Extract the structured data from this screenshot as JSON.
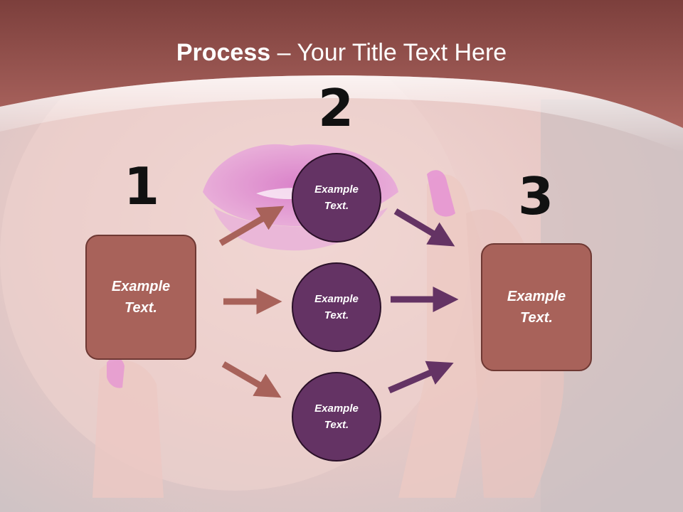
{
  "title": {
    "bold": "Process",
    "rest": " – Your Title Text Here"
  },
  "steps": {
    "one": "1",
    "two": "2",
    "three": "3"
  },
  "nodes": {
    "left_box": "Example\nText.",
    "right_box": "Example\nText.",
    "circle_top": "Example\nText.",
    "circle_middle": "Example\nText.",
    "circle_bottom": "Example\nText."
  },
  "colors": {
    "header": "#a45d56",
    "box_fill": "#a8625a",
    "circle_fill": "#643364",
    "arrow_left": "#a8625a",
    "arrow_right": "#643364"
  },
  "icons": [
    "arrow-right-icon"
  ]
}
